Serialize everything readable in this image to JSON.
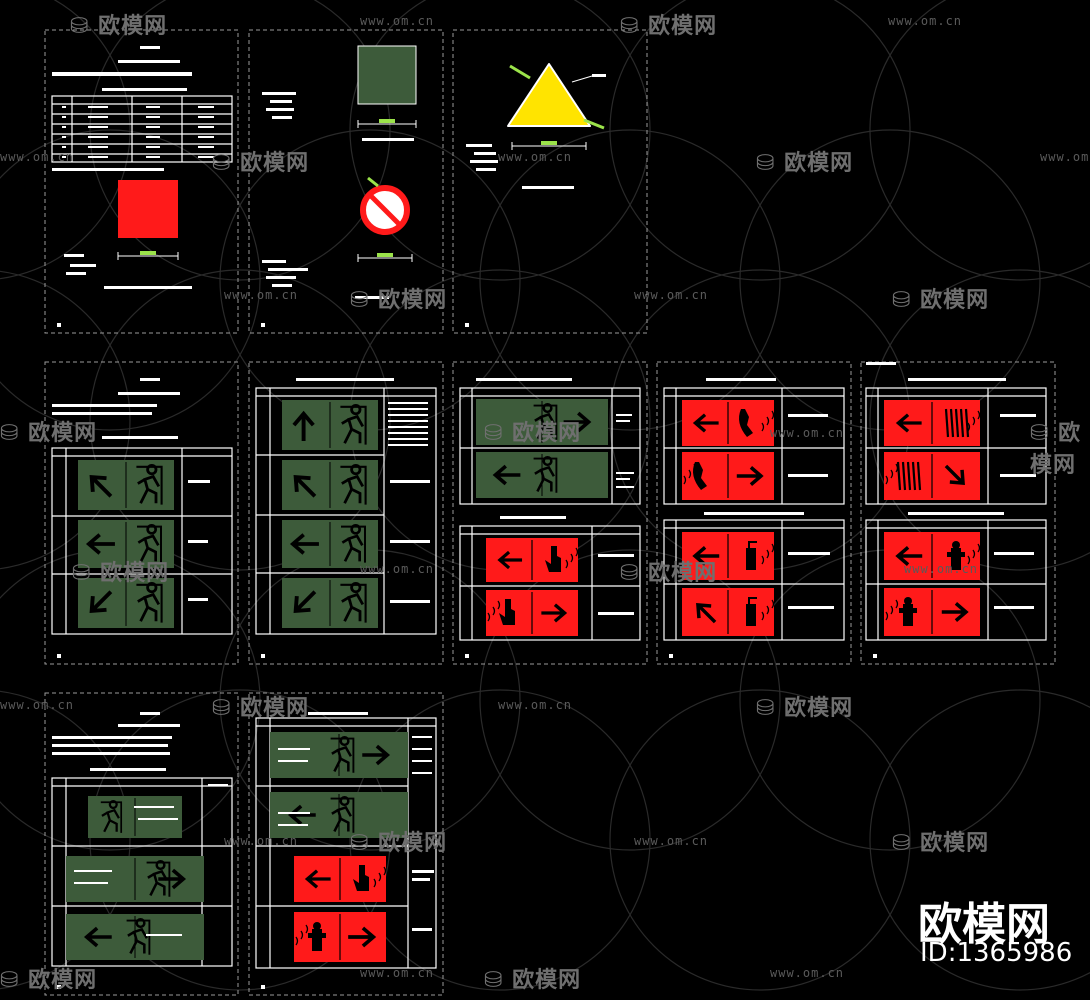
{
  "watermark": {
    "logo_text": "欧模网",
    "url_text": "www.om.cn"
  },
  "brand": {
    "name": "欧模网",
    "id_label": "ID:1365986"
  },
  "colors": {
    "background": "#000000",
    "line_white": "#ffffff",
    "frame_dashed": "#9a9a9a",
    "exit_green": "#3d5b3a",
    "fire_red": "#ff1a1a",
    "warning_yellow": "#ffe400",
    "dimension_green": "#9be34a"
  },
  "icons": [
    "exit-arrow-icon",
    "running-man-icon",
    "fire-extinguisher-icon",
    "fire-hydrant-icon",
    "fire-alarm-phone-icon",
    "fire-alarm-button-icon",
    "fire-hose-icon",
    "no-entry-sign-icon",
    "warning-triangle-icon"
  ]
}
